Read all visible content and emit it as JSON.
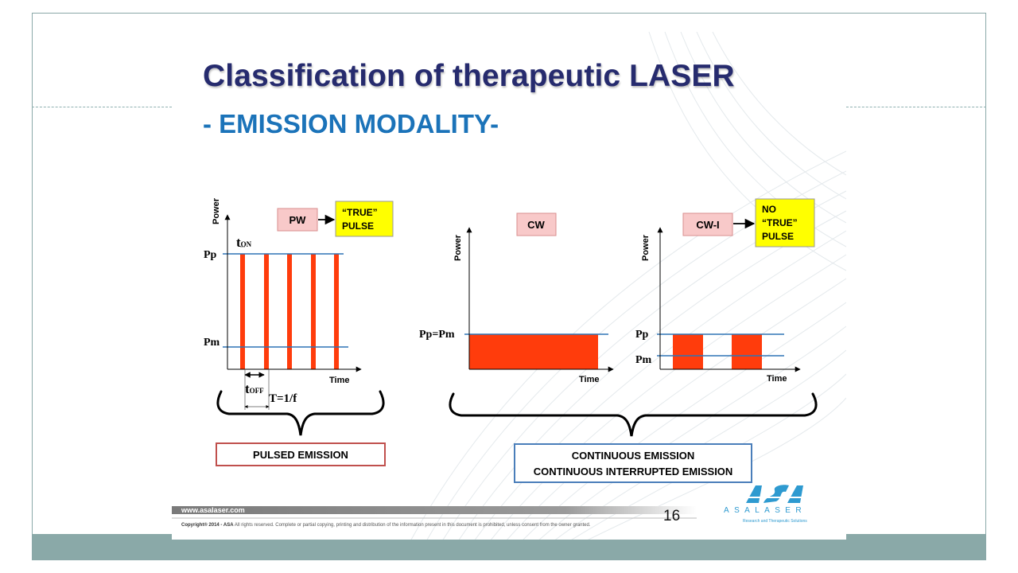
{
  "title": "Classification of therapeutic LASER",
  "subtitle": "- EMISSION MODALITY-",
  "pulsed": {
    "y_axis_label": "Power",
    "x_axis_label": "Time",
    "level_peak": "Pp",
    "level_mean": "Pm",
    "t_on": "t",
    "t_on_sub": "ON",
    "t_off": "t",
    "t_off_sub": "OFF",
    "period": "T=1/f",
    "mode_label": "PW",
    "note": [
      "“TRUE”",
      "PULSE"
    ],
    "section_label": "PULSED EMISSION"
  },
  "continuous": {
    "y_axis_label": "Power",
    "x_axis_label": "Time",
    "level": "Pp=Pm",
    "mode_label": "CW"
  },
  "interrupted": {
    "y_axis_label": "Power",
    "x_axis_label": "Time",
    "level_peak": "Pp",
    "level_mean": "Pm",
    "mode_label": "CW-I",
    "note": [
      "NO",
      "“TRUE”",
      "PULSE"
    ]
  },
  "continuous_section_label": [
    "CONTINUOUS EMISSION",
    "CONTINUOUS INTERRUPTED EMISSION"
  ],
  "footer": {
    "url": "www.asalaser.com",
    "copyright_bold": "Copyright® 2014 - ASA",
    "copyright_rest": " All rights reserved. Complete or partial copying, printing and distribution of the information present in this document is prohibited, unless consent from the owner granted.",
    "page_number": "16"
  },
  "logo": {
    "mark": "ASA",
    "word": "ASALASER",
    "tagline": "Research and Therapeutic Solutions"
  },
  "colors": {
    "title": "#262b6e",
    "subtitle": "#1b73b9",
    "pulse_fill": "#ff3c0c",
    "level_line": "#2e74b5",
    "mode_box": "#f8c9c9",
    "note_box": "#ffff00",
    "pulsed_frame": "#c0504d",
    "continuous_frame": "#4a7eba",
    "bottom_bar": "#8aa9a8"
  }
}
